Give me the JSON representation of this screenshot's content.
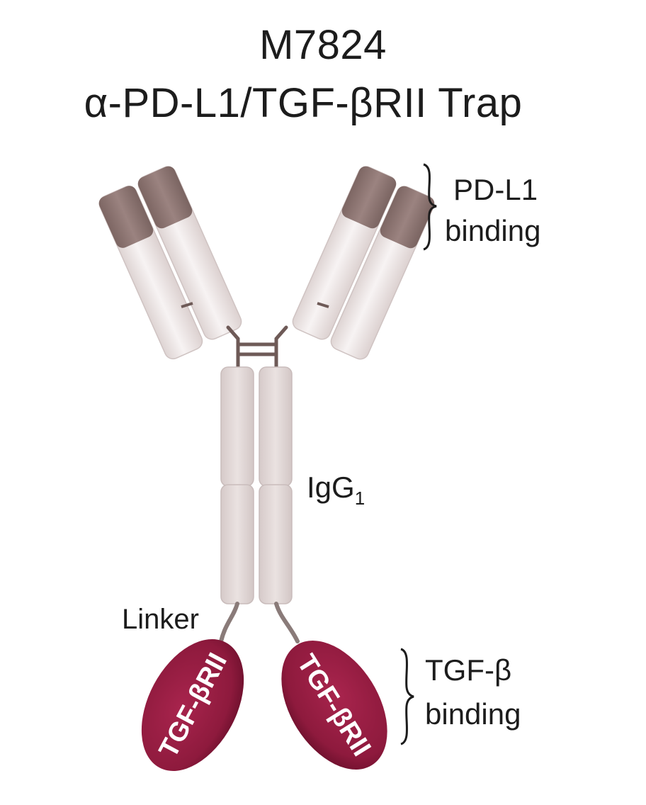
{
  "title": {
    "line1": "M7824",
    "line2": "α-PD-L1/TGF-βRII Trap"
  },
  "labels": {
    "pdl1_binding_line1": "PD-L1",
    "pdl1_binding_line2": "binding",
    "igg": "IgG",
    "igg_subscript": "1",
    "linker": "Linker",
    "tgf_binding_line1": "TGF-β",
    "tgf_binding_line2": "binding"
  },
  "domains": {
    "left_trap": "TGF-βRII",
    "right_trap": "TGF-βRII"
  },
  "colors": {
    "variable_domain": "#8f7672",
    "constant_light": "#efe8e7",
    "constant_mid": "#e2d8d7",
    "hinge": "#6e5a57",
    "trap": "#9b1d44",
    "trap_dark": "#6e0f2d",
    "bracket": "#1c1c1c"
  }
}
